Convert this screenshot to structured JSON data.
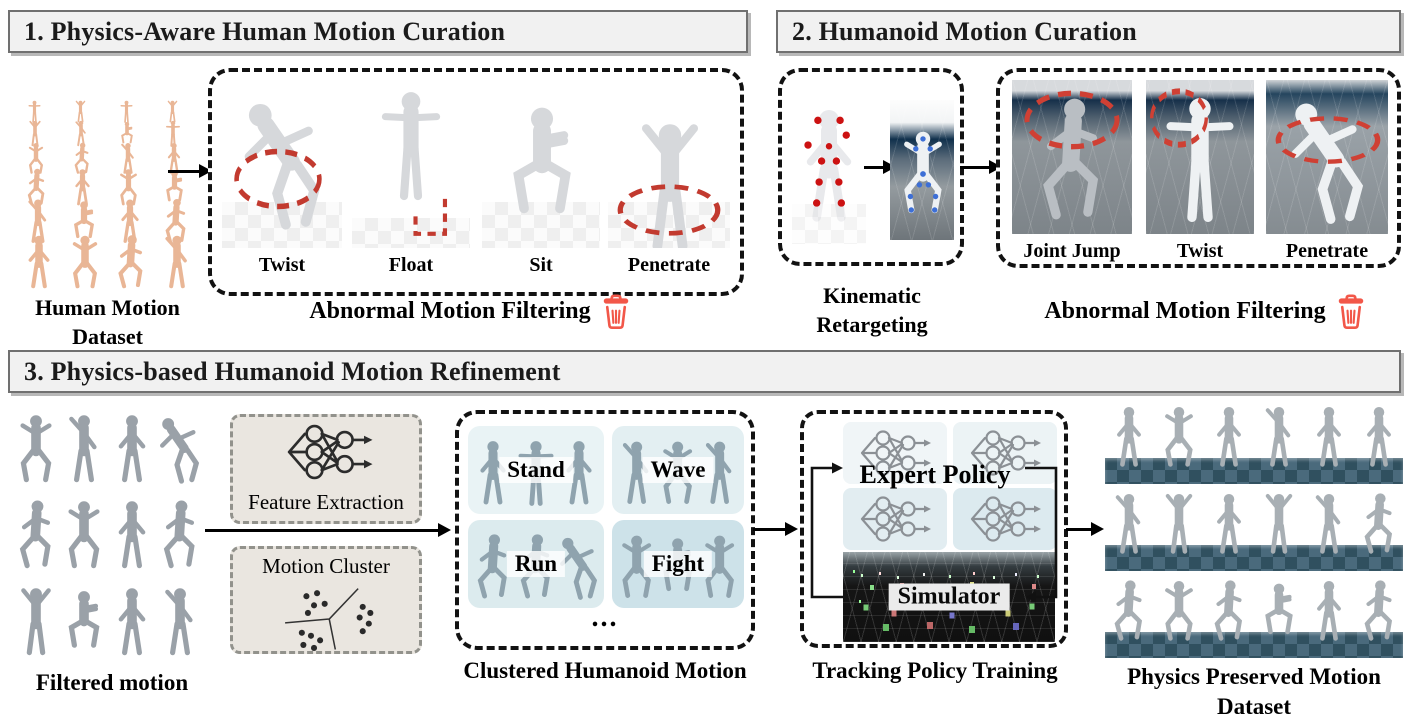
{
  "headers": {
    "s1": "1. Physics-Aware Human Motion Curation",
    "s2": "2. Humanoid Motion Curation",
    "s3": "3. Physics-based Humanoid Motion Refinement"
  },
  "section1": {
    "dataset_label": "Human Motion Dataset",
    "filters": [
      "Twist",
      "Float",
      "Sit",
      "Penetrate"
    ],
    "caption": "Abnormal Motion Filtering"
  },
  "section2": {
    "retarget_label": "Kinematic Retargeting",
    "filters": [
      "Joint Jump",
      "Twist",
      "Penetrate"
    ],
    "caption": "Abnormal Motion Filtering"
  },
  "section3": {
    "filtered_label": "Filtered motion",
    "feature_extraction": "Feature Extraction",
    "motion_cluster": "Motion Cluster",
    "clusters": [
      "Stand",
      "Wave",
      "Run",
      "Fight"
    ],
    "ellipsis": "...",
    "clustered_label": "Clustered Humanoid Motion",
    "expert_policy": "Expert Policy",
    "simulator": "Simulator",
    "tracking_label": "Tracking Policy Training",
    "output_label": "Physics Preserved Motion Dataset"
  },
  "icons": {
    "trash": "trash-icon",
    "neural_network": "neural-network-icon",
    "scatter_cluster": "scatter-cluster-icon",
    "arrow": "arrow-right-icon"
  },
  "colors": {
    "accent_red": "#e8594a",
    "dashed_red": "#c23a2f",
    "human_mesh": "#e9b696",
    "robot_gray": "#9aa1a8",
    "cluster_tile": "#dcebee",
    "header_bg": "#f1f1f1",
    "beige_box": "#eae6e0"
  }
}
